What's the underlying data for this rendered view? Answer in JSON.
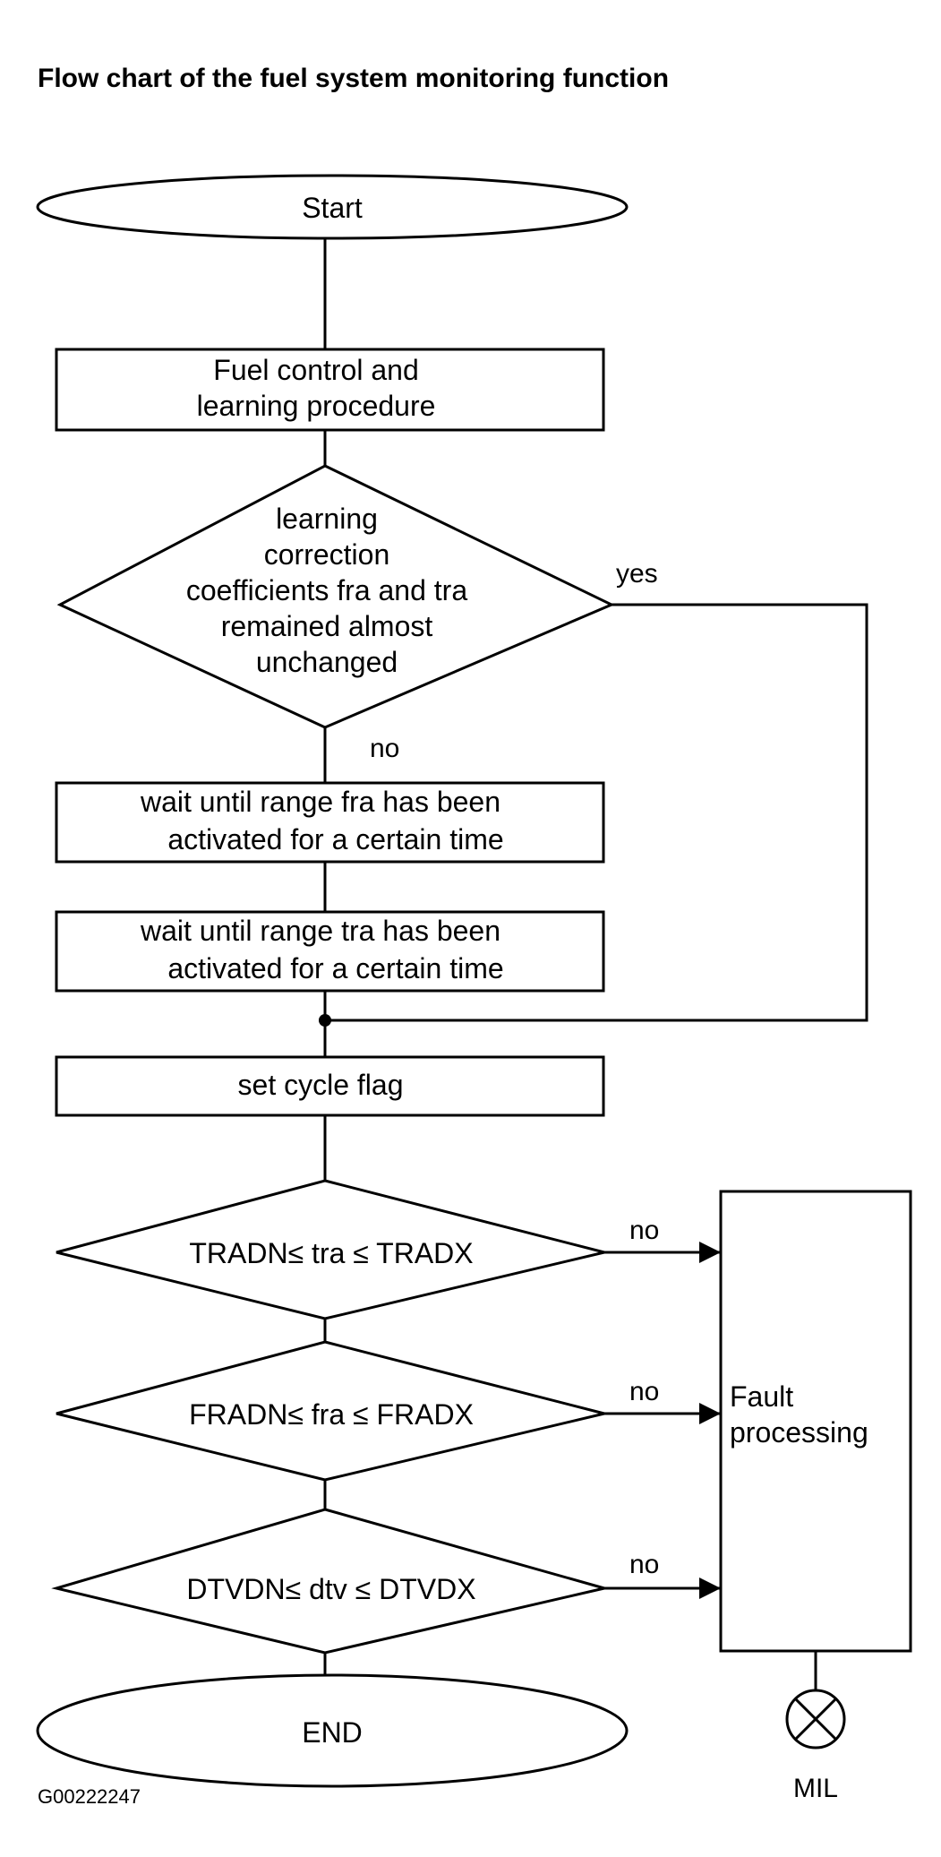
{
  "title": "Flow chart of the fuel system monitoring function",
  "nodes": {
    "start": "Start",
    "fuel_control": [
      "Fuel control and",
      "learning procedure"
    ],
    "learning_decision": [
      "learning",
      "correction",
      "coefficients fra and tra",
      "remained almost",
      "unchanged"
    ],
    "wait_fra": [
      "wait until range fra has been",
      "activated for a certain time"
    ],
    "wait_tra": [
      "wait until range tra has been",
      "activated for a certain time"
    ],
    "set_cycle_flag": "set cycle flag",
    "tra_check": "TRADN≤  tra ≤ TRADX",
    "fra_check": "FRADN≤  fra ≤ FRADX",
    "dtv_check": "DTVDN≤  dtv ≤ DTVDX",
    "end": "END",
    "fault_processing": [
      "Fault",
      "processing"
    ],
    "mil": "MIL"
  },
  "edge_labels": {
    "learning_yes": "yes",
    "learning_no": "no",
    "tra_no": "no",
    "fra_no": "no",
    "dtv_no": "no"
  },
  "figure_id": "G00222247"
}
